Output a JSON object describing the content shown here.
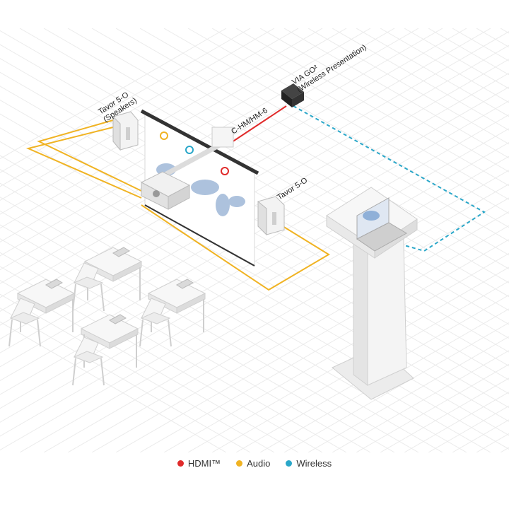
{
  "labels": {
    "speakers_left_1": "Tavor 5-O",
    "speakers_left_2": "(Speakers)",
    "speaker_right": "Tavor 5-O",
    "cable": "C-HM/HM-6",
    "via_1": "VIA GO²",
    "via_2": "(Wireless Presentation)"
  },
  "legend": [
    {
      "label": "HDMI™",
      "color": "#e02b2b"
    },
    {
      "label": "Audio",
      "color": "#f0b323"
    },
    {
      "label": "Wireless",
      "color": "#2aa7c9"
    }
  ],
  "colors": {
    "hdmi": "#e02b2b",
    "audio": "#f0b323",
    "wireless": "#2aa7c9",
    "grid": "#e9e9e9",
    "device": "#f3f3f3"
  }
}
